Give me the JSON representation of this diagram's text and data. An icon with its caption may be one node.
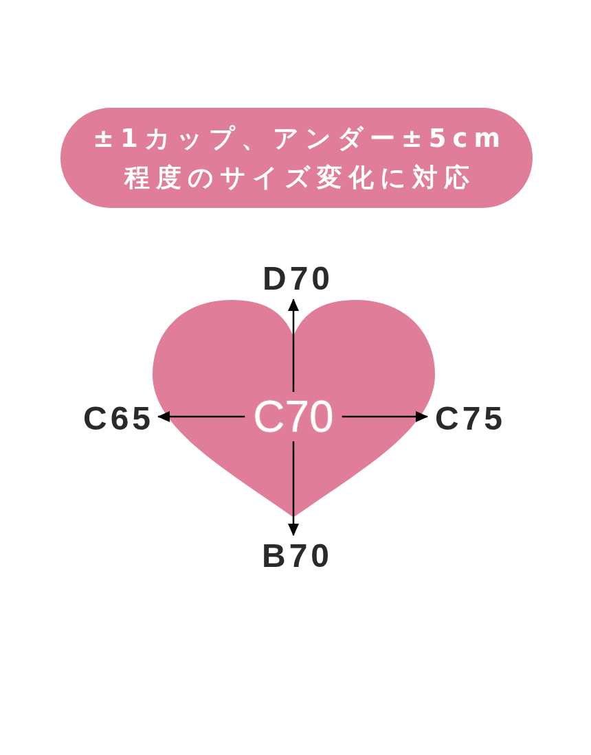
{
  "diagram": {
    "nodes": [
      {
        "text": [
          "±1カップ、アンダー±5cm程度のサイズ変化に対応"
        ]
      },
      {
        "text": [],
        "shape": "heart"
      },
      {
        "text": [
          "C70"
        ],
        "in": 1
      },
      {
        "text": [
          "D70"
        ]
      },
      {
        "text": [
          "C65"
        ]
      },
      {
        "text": [
          "C75"
        ]
      },
      {
        "text": [
          "B70"
        ]
      }
    ],
    "edges": [
      {
        "from": 2,
        "to": 3,
        "arrow": "to"
      },
      {
        "from": 2,
        "to": 4,
        "arrow": "to"
      },
      {
        "from": 2,
        "to": 5,
        "arrow": "to"
      },
      {
        "from": 2,
        "to": 6,
        "arrow": "to"
      }
    ]
  }
}
